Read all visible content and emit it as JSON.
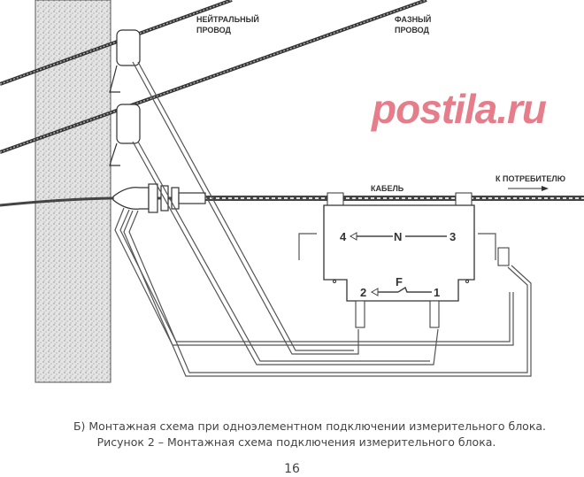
{
  "labels": {
    "neutral_wire": [
      "НЕЙТРАЛЬНЫЙ",
      "ПРОВОД"
    ],
    "phase_wire": [
      "ФАЗНЫЙ",
      "ПРОВОД"
    ],
    "cable": "КАБЕЛЬ",
    "to_consumer": "К ПОТРЕБИТЕЛЮ",
    "terminal_4": "4",
    "terminal_3": "3",
    "terminal_2": "2",
    "terminal_1": "1",
    "neutral_mark": "N",
    "phase_mark": "F"
  },
  "caption": {
    "line1": "Б) Монтажная схема при одноэлементном подключении измерительного блока.",
    "line2": "Рисунок 2 – Монтажная схема подключения измерительного блока."
  },
  "page_number": "16",
  "watermark": "postila.ru"
}
